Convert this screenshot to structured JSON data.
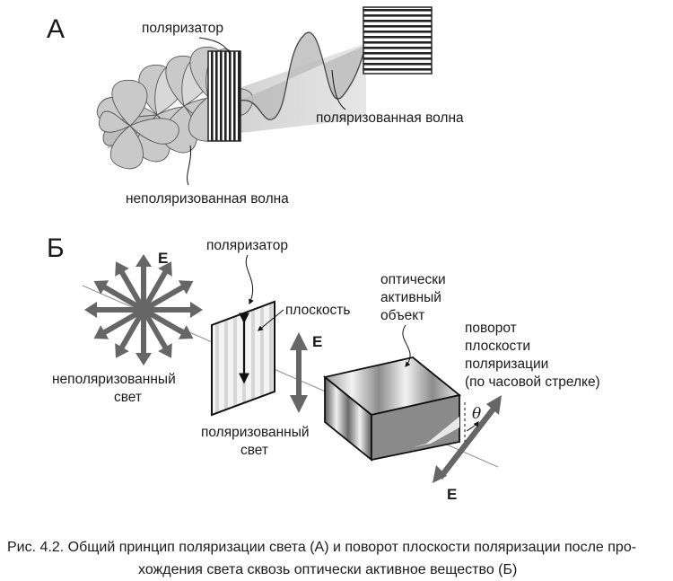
{
  "panel_a": {
    "letter": "А",
    "polarizer_label": "поляризатор",
    "polarized_wave_label": "поляризованная волна",
    "unpolarized_wave_label": "неполяризованная волна"
  },
  "panel_b": {
    "letter": "Б",
    "field_label_top": "E",
    "polarizer_label": "поляризатор",
    "plane_label": "плоскость",
    "field_label_mid": "E",
    "unpolarized_light_label": [
      "неполяризованный",
      "свет"
    ],
    "polarized_light_label": [
      "поляризованный",
      "свет"
    ],
    "active_object_label": [
      "оптически",
      "активный",
      "объект"
    ],
    "rotation_label": [
      "поворот",
      "плоскости",
      "поляризации",
      "(по часовой стрелке)"
    ],
    "angle_symbol": "θ",
    "field_label_bottom": "E"
  },
  "caption": {
    "line1": "Рис. 4.2.  Общий принцип поляризации света (А) и поворот плоскости поляризации после про-",
    "line2": "хождения света сквозь оптически активное вещество (Б)"
  }
}
